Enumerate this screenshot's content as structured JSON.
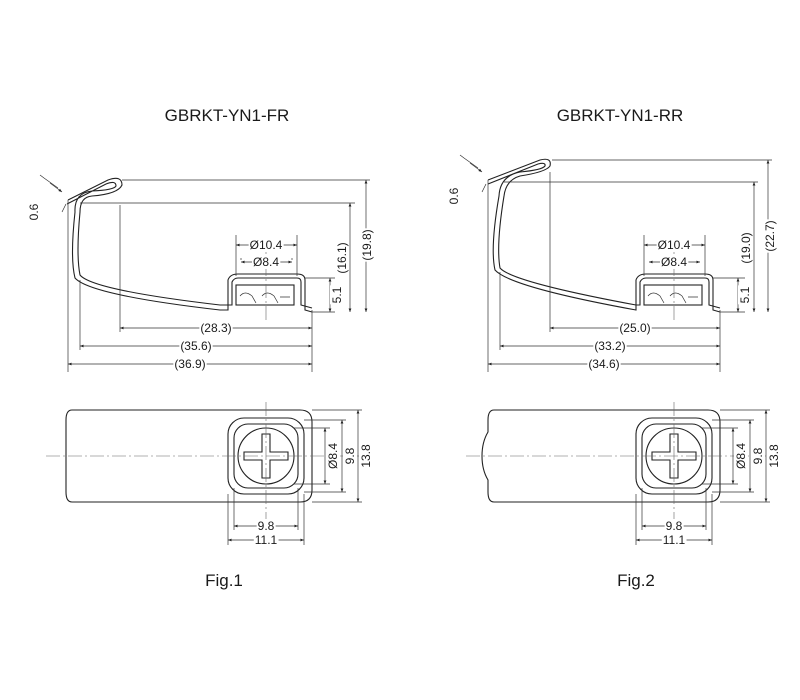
{
  "figures": [
    {
      "part_number": "GBRKT-YN1-FR",
      "caption": "Fig.1",
      "side_view": {
        "thickness": "0.6",
        "d_outer": "Ø10.4",
        "d_inner": "Ø8.4",
        "height_boss": "5.1",
        "height_a": "(16.1)",
        "height_b": "(19.8)",
        "len_a": "(28.3)",
        "len_b": "(35.6)",
        "len_c": "(36.9)"
      },
      "top_view": {
        "v_d": "Ø8.4",
        "v_inner": "9.8",
        "v_outer": "13.8",
        "h_inner": "9.8",
        "h_outer": "11.1"
      }
    },
    {
      "part_number": "GBRKT-YN1-RR",
      "caption": "Fig.2",
      "side_view": {
        "thickness": "0.6",
        "d_outer": "Ø10.4",
        "d_inner": "Ø8.4",
        "height_boss": "5.1",
        "height_a": "(19.0)",
        "height_b": "(22.7)",
        "len_a": "(25.0)",
        "len_b": "(33.2)",
        "len_c": "(34.6)"
      },
      "top_view": {
        "v_d": "Ø8.4",
        "v_inner": "9.8",
        "v_outer": "13.8",
        "h_inner": "9.8",
        "h_outer": "11.1"
      }
    }
  ]
}
